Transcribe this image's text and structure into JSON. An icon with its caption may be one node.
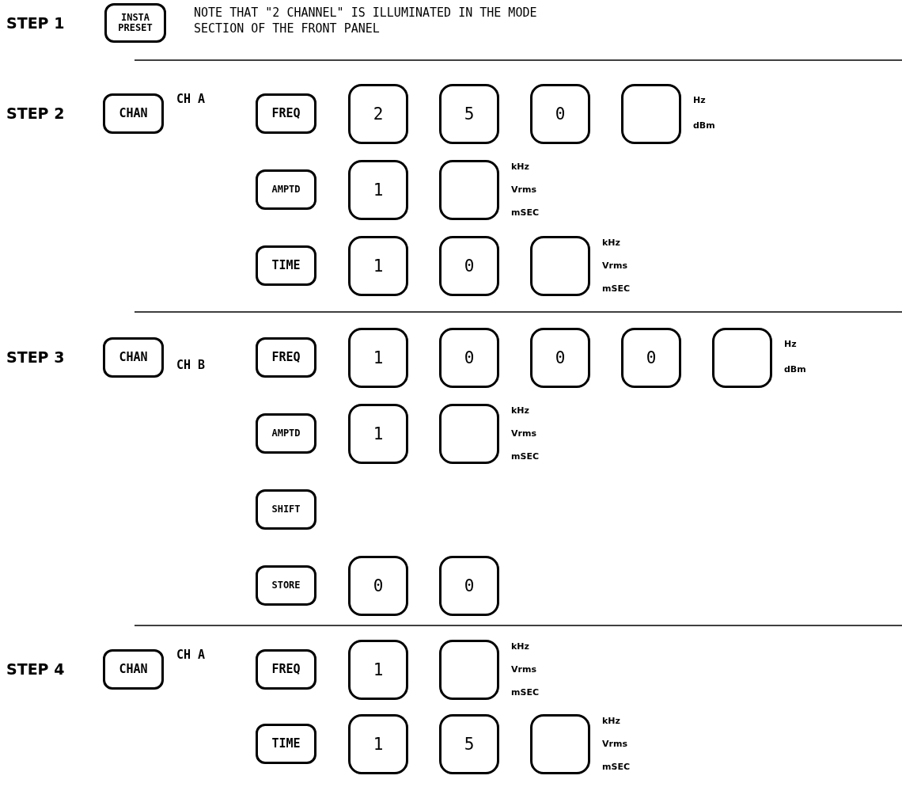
{
  "diagram": {
    "nodes": [
      {
        "text": [
          "INSTA PRESET"
        ]
      },
      {
        "text": [
          "CHAN"
        ],
        "beside": [
          "CH A"
        ]
      },
      {
        "text": [
          "FREQ"
        ]
      },
      {
        "text": [
          "2"
        ]
      },
      {
        "text": [
          "5"
        ]
      },
      {
        "text": [
          "0"
        ]
      },
      {
        "text": [],
        "shape": "box",
        "beside": [
          "Hz",
          "dBm"
        ]
      },
      {
        "text": [
          "AMPTD"
        ]
      },
      {
        "text": [
          "1"
        ]
      },
      {
        "text": [],
        "shape": "box",
        "beside": [
          "kHz",
          "Vrms",
          "mSEC"
        ]
      },
      {
        "text": [
          "TIME"
        ]
      },
      {
        "text": [
          "1"
        ]
      },
      {
        "text": [
          "0"
        ]
      },
      {
        "text": [],
        "shape": "box",
        "beside": [
          "kHz",
          "Vrms",
          "mSEC"
        ]
      },
      {
        "text": [
          "CHAN"
        ],
        "beside": [
          "CH B"
        ]
      },
      {
        "text": [
          "FREQ"
        ]
      },
      {
        "text": [
          "1"
        ]
      },
      {
        "text": [
          "0"
        ]
      },
      {
        "text": [
          "0"
        ]
      },
      {
        "text": [
          "0"
        ]
      },
      {
        "text": [],
        "shape": "box",
        "beside": [
          "Hz",
          "dBm"
        ]
      },
      {
        "text": [
          "AMPTD"
        ]
      },
      {
        "text": [
          "1"
        ]
      },
      {
        "text": [],
        "shape": "box",
        "beside": [
          "kHz",
          "Vrms",
          "mSEC"
        ]
      },
      {
        "text": [
          "SHIFT"
        ]
      },
      {
        "text": [
          "STORE"
        ]
      },
      {
        "text": [
          "0"
        ]
      },
      {
        "text": [
          "0"
        ]
      },
      {
        "text": [
          "CHAN"
        ],
        "beside": [
          "CH A"
        ]
      },
      {
        "text": [
          "FREQ"
        ]
      },
      {
        "text": [
          "1"
        ]
      },
      {
        "text": [],
        "shape": "box",
        "beside": [
          "kHz",
          "Vrms",
          "mSEC"
        ]
      },
      {
        "text": [
          "TIME"
        ]
      },
      {
        "text": [
          "1"
        ]
      },
      {
        "text": [
          "5"
        ]
      },
      {
        "text": [],
        "shape": "box",
        "beside": [
          "kHz",
          "Vrms",
          "mSEC"
        ]
      }
    ],
    "labels": [
      "STEP 1",
      "NOTE THAT \"2 CHANNEL\" IS ILLUMINATED IN THE MODE SECTION OF THE FRONT PANEL",
      "STEP 2",
      "STEP 3",
      "STEP 4"
    ]
  }
}
